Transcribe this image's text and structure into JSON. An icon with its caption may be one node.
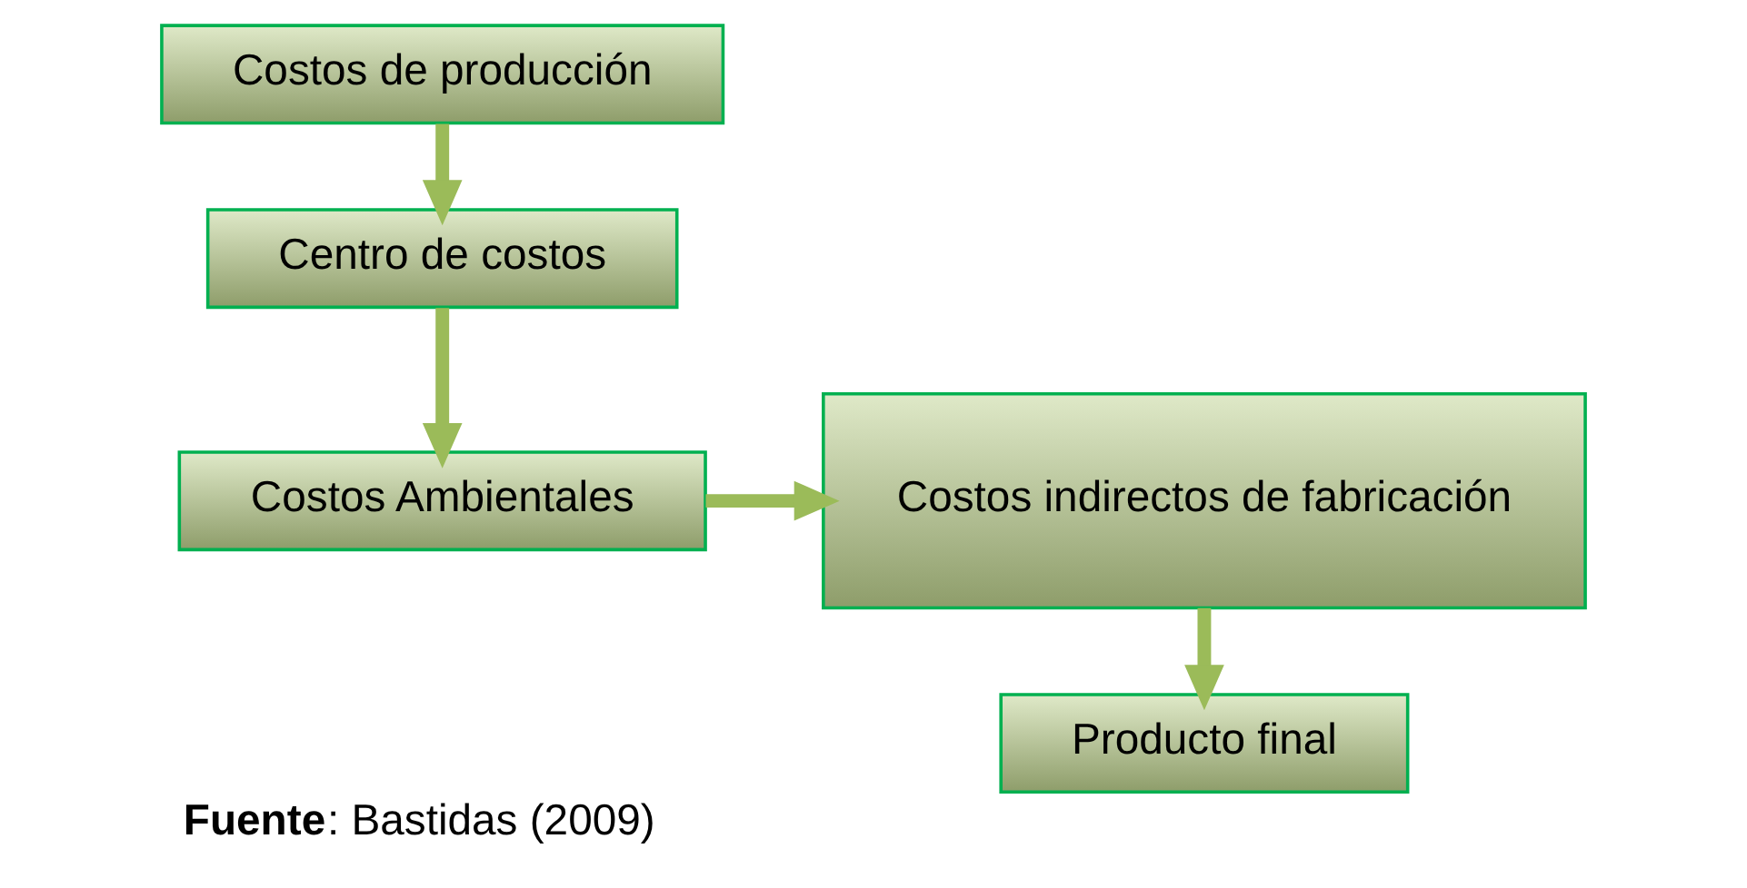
{
  "diagram": {
    "caption": "**Fuente**: Bastidas (2009)",
    "nodes": [
      {
        "text": [
          "Costos de producción"
        ]
      },
      {
        "text": [
          "Centro de costos"
        ]
      },
      {
        "text": [
          "Costos Ambientales"
        ]
      },
      {
        "text": [
          "Producto final"
        ]
      },
      {
        "text": [
          "Costos indirectos de fabricación"
        ]
      }
    ],
    "edges": [
      {
        "from": 0,
        "to": 1,
        "arrow": "to"
      },
      {
        "from": 1,
        "to": 2,
        "arrow": "to"
      },
      {
        "from": 2,
        "to": 4,
        "arrow": "to"
      },
      {
        "from": 4,
        "to": 3,
        "arrow": "to"
      }
    ]
  }
}
